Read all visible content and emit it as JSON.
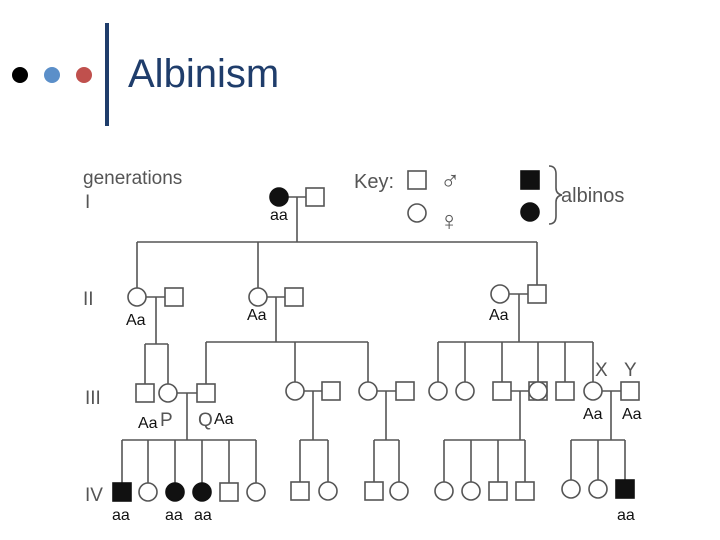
{
  "slide": {
    "title": "Albinism",
    "bullet_colors": [
      "#000000",
      "#5b8fc9",
      "#c0504d"
    ],
    "accent": "#1f3d6b"
  },
  "pedigree": {
    "generations_label": "generations",
    "generation_numerals": [
      "I",
      "II",
      "III",
      "IV"
    ],
    "key": {
      "label": "Key:",
      "male_symbol": "♂",
      "female_symbol": "♀",
      "albinos_label": "albinos"
    },
    "markers": {
      "P": "P",
      "Q": "Q",
      "X": "X",
      "Y": "Y"
    },
    "genotypes": {
      "gen1_female": "aa",
      "gen2_left_female": "Aa",
      "gen2_middle_female": "Aa",
      "gen2_right_female": "Aa",
      "gen3_P": "Aa",
      "gen3_Q": "Aa",
      "gen3_X": "Aa",
      "gen3_Y": "Aa",
      "gen4_first_male": "aa",
      "gen4_third": "aa",
      "gen4_fourth": "aa",
      "gen4_last_male": "aa"
    },
    "colors": {
      "line": "#555555",
      "affected": "#111111",
      "fill": "#ffffff"
    }
  }
}
